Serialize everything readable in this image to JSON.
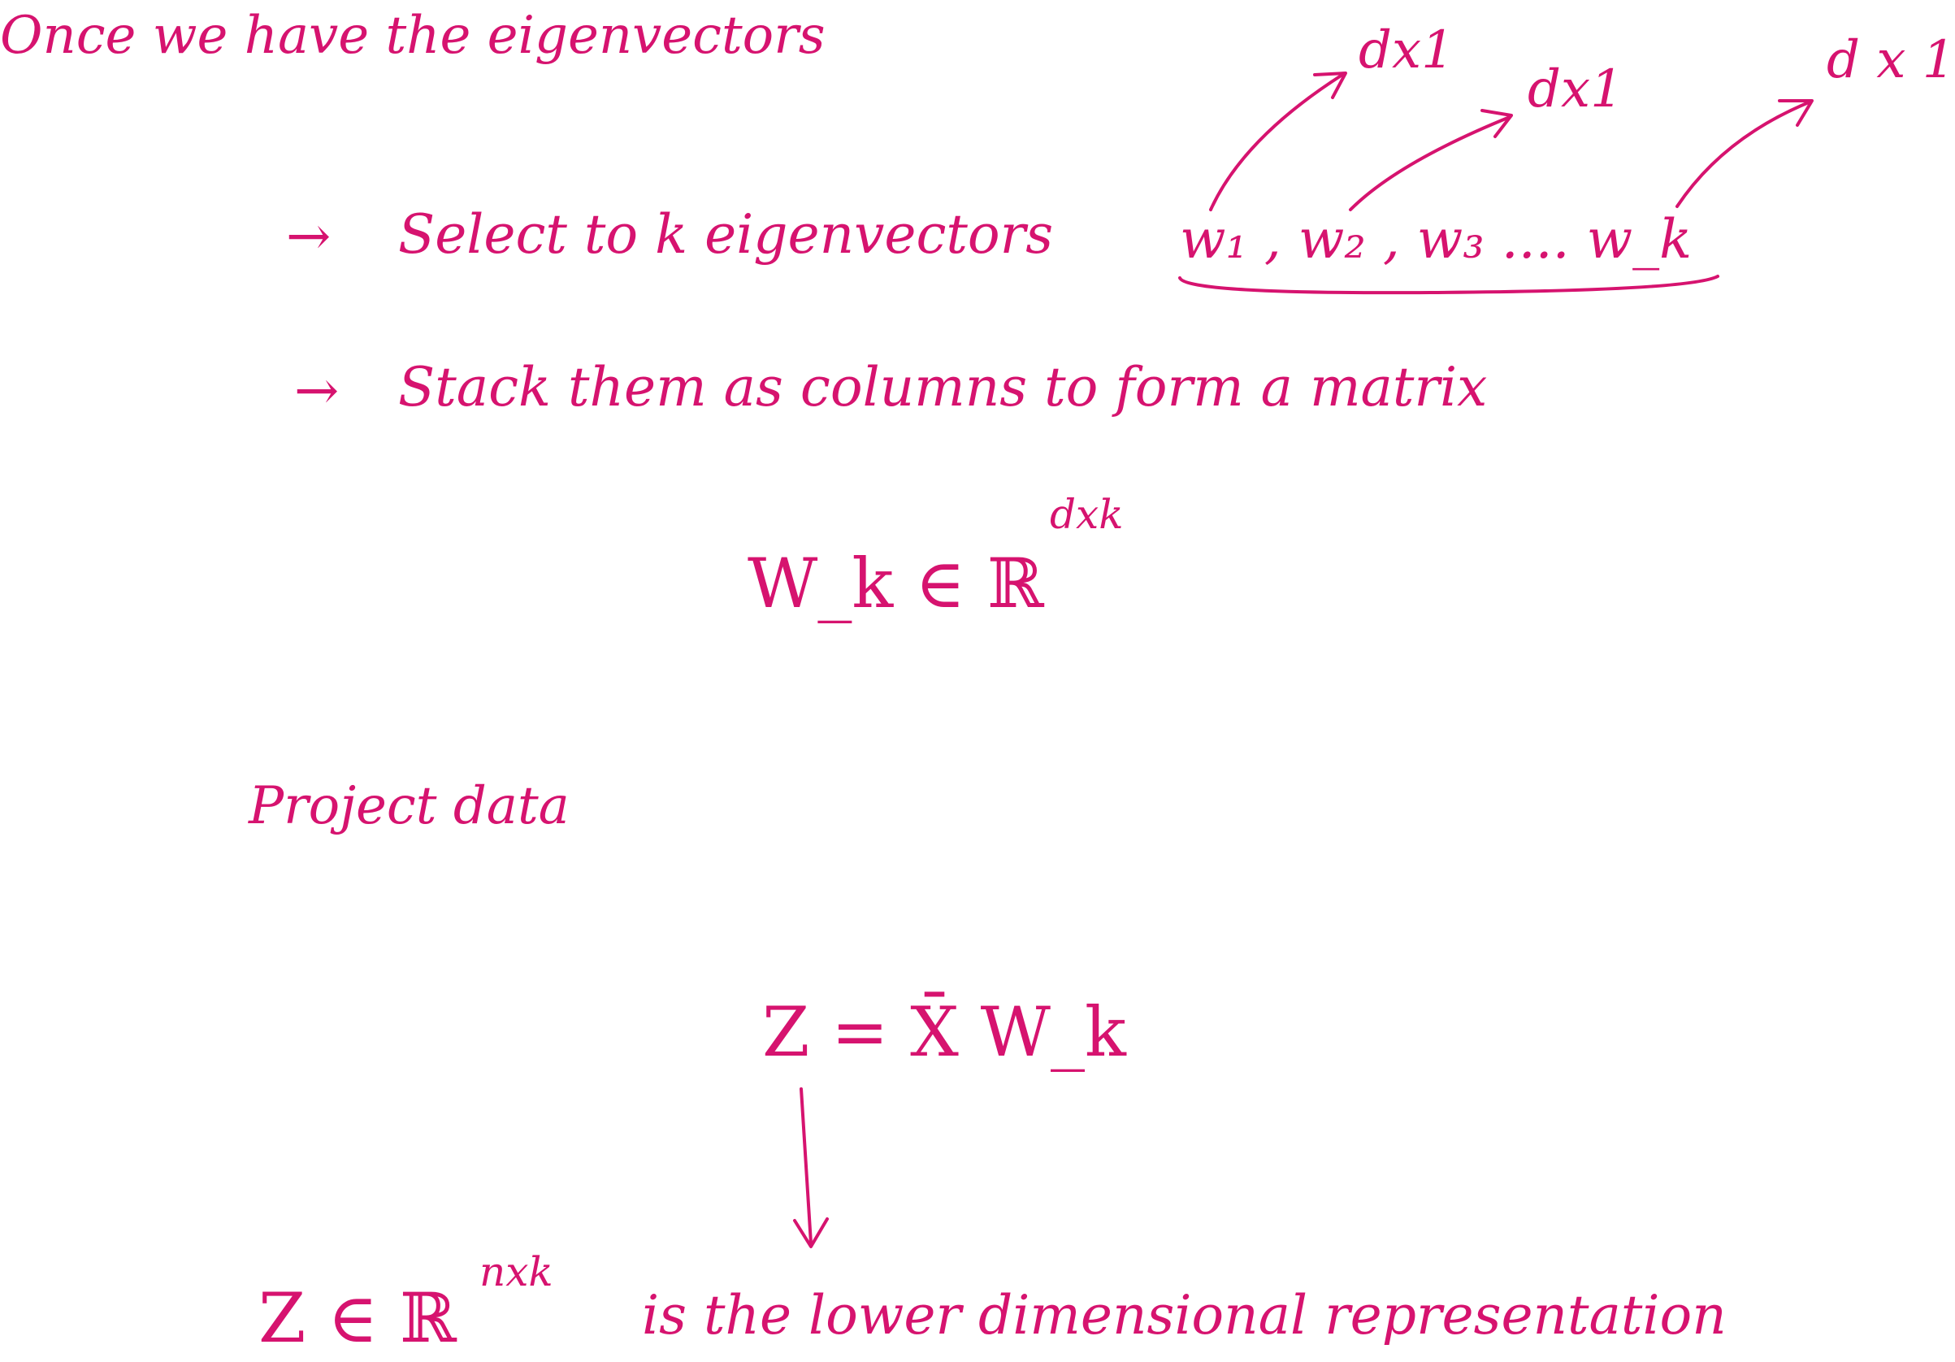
{
  "heading": "Once we have the eigenvectors",
  "step1": {
    "arrow": "→",
    "text": "Select to k eigenvectors",
    "vectors": "w₁ , w₂ , w₃ .... w_k",
    "dim_labels": [
      "dx1",
      "dx1",
      "d x 1"
    ]
  },
  "step2": {
    "arrow": "→",
    "text": "Stack them as columns to form a matrix"
  },
  "matrix_def": {
    "expr": "W_k ∈ ℝ",
    "sup": "dxk"
  },
  "section": "Project data",
  "projection": {
    "expr": "Z = X̄ W_k"
  },
  "result": {
    "expr": "Z ∈ ℝ",
    "sup": "nxk",
    "text": "is the lower dimensional representation"
  }
}
